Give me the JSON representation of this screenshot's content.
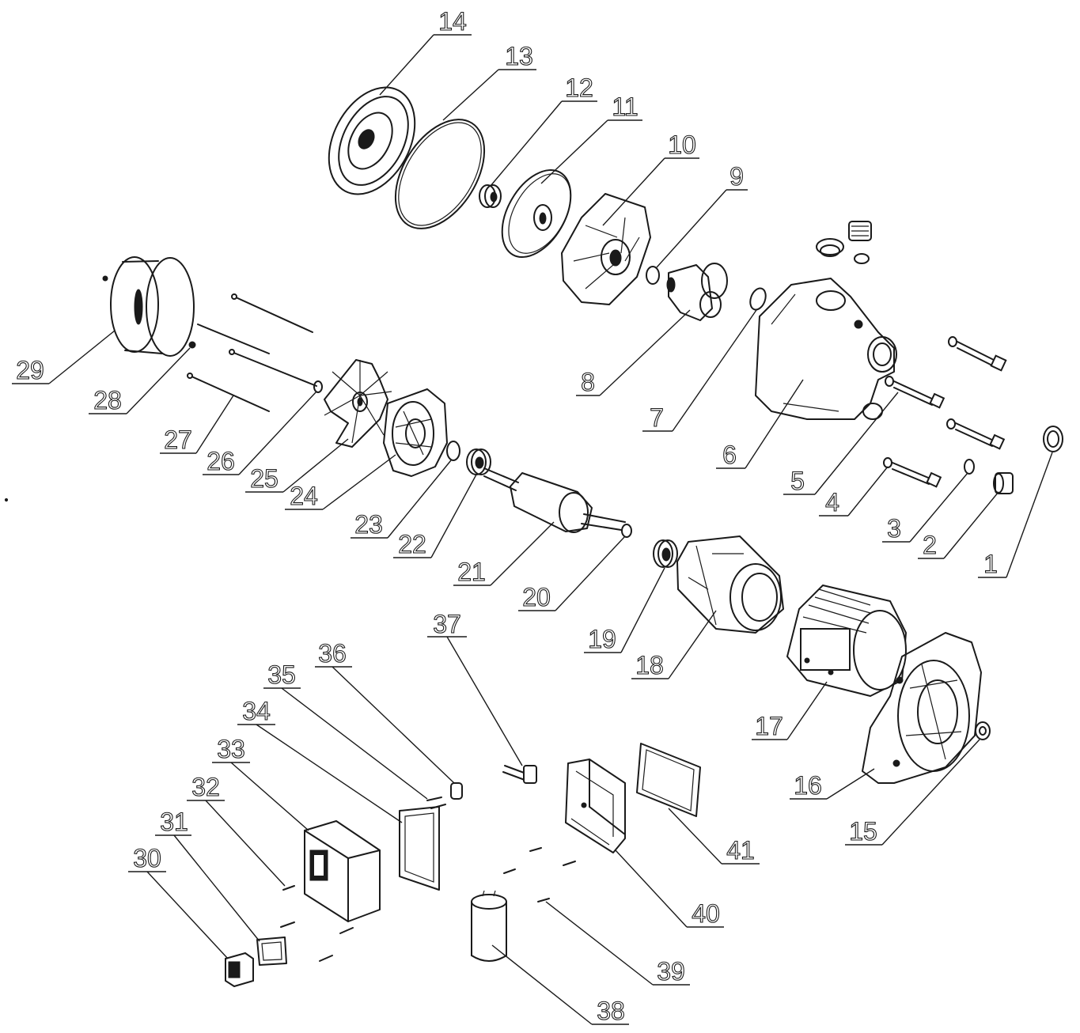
{
  "labels": [
    {
      "n": "1",
      "text": "1"
    },
    {
      "n": "2",
      "text": "2"
    },
    {
      "n": "3",
      "text": "3"
    },
    {
      "n": "4",
      "text": "4"
    },
    {
      "n": "5",
      "text": "5"
    },
    {
      "n": "6",
      "text": "6"
    },
    {
      "n": "7",
      "text": "7"
    },
    {
      "n": "8",
      "text": "8"
    },
    {
      "n": "9",
      "text": "9"
    },
    {
      "n": "10",
      "text": "10"
    },
    {
      "n": "11",
      "text": "11"
    },
    {
      "n": "12",
      "text": "12"
    },
    {
      "n": "13",
      "text": "13"
    },
    {
      "n": "14",
      "text": "14"
    },
    {
      "n": "15",
      "text": "15"
    },
    {
      "n": "16",
      "text": "16"
    },
    {
      "n": "17",
      "text": "17"
    },
    {
      "n": "18",
      "text": "18"
    },
    {
      "n": "19",
      "text": "19"
    },
    {
      "n": "20",
      "text": "20"
    },
    {
      "n": "21",
      "text": "21"
    },
    {
      "n": "22",
      "text": "22"
    },
    {
      "n": "23",
      "text": "23"
    },
    {
      "n": "24",
      "text": "24"
    },
    {
      "n": "25",
      "text": "25"
    },
    {
      "n": "26",
      "text": "26"
    },
    {
      "n": "27",
      "text": "27"
    },
    {
      "n": "28",
      "text": "28"
    },
    {
      "n": "29",
      "text": "29"
    },
    {
      "n": "30",
      "text": "30"
    },
    {
      "n": "31",
      "text": "31"
    },
    {
      "n": "32",
      "text": "32"
    },
    {
      "n": "33",
      "text": "33"
    },
    {
      "n": "34",
      "text": "34"
    },
    {
      "n": "35",
      "text": "35"
    },
    {
      "n": "36",
      "text": "36"
    },
    {
      "n": "37",
      "text": "37"
    },
    {
      "n": "38",
      "text": "38"
    },
    {
      "n": "39",
      "text": "39"
    },
    {
      "n": "40",
      "text": "40"
    },
    {
      "n": "41",
      "text": "41"
    }
  ]
}
